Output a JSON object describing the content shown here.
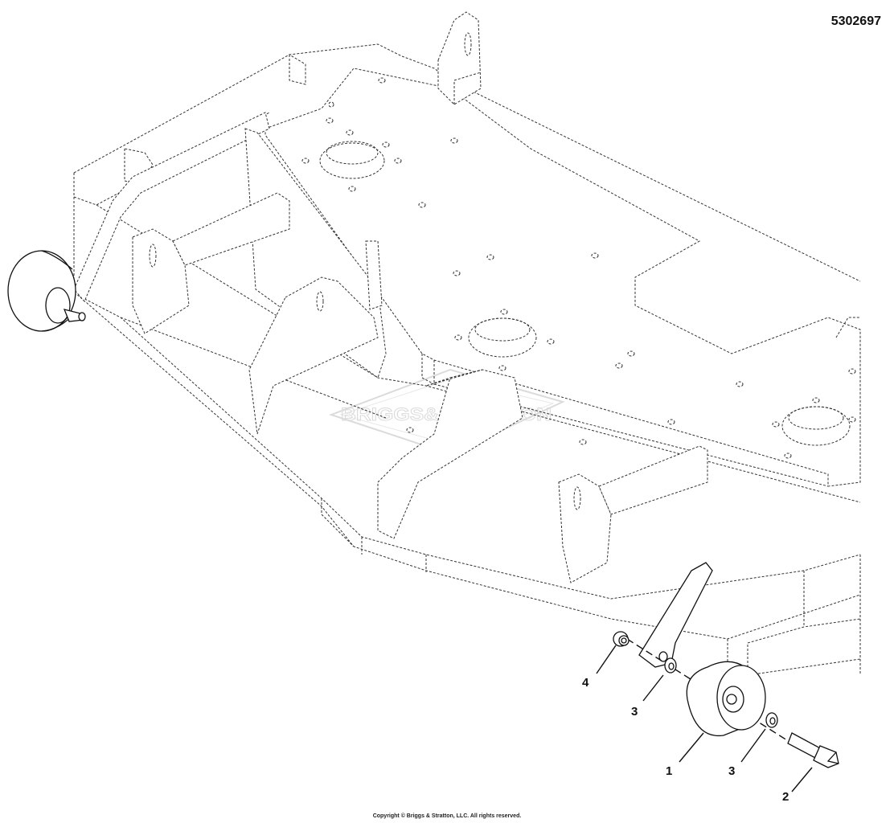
{
  "diagram": {
    "part_number": "5302697",
    "copyright": "Copyright © Briggs & Stratton, LLC. All rights reserved.",
    "watermark": "BRIGGS&STRATTON",
    "callouts": [
      {
        "id": "callout-4",
        "label": "4"
      },
      {
        "id": "callout-3a",
        "label": "3"
      },
      {
        "id": "callout-1",
        "label": "1"
      },
      {
        "id": "callout-3b",
        "label": "3"
      },
      {
        "id": "callout-2",
        "label": "2"
      }
    ]
  }
}
